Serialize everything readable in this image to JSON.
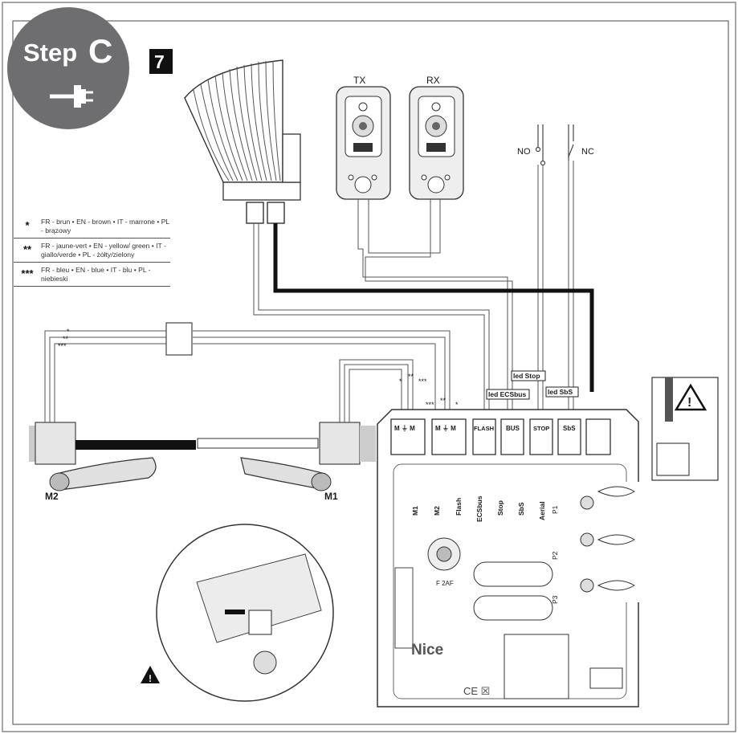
{
  "header": {
    "step_word": "Step",
    "step_letter": "C",
    "figure_number": "7"
  },
  "devices": {
    "tx": "TX",
    "rx": "RX",
    "no": "NO",
    "nc": "NC",
    "motor_left": "M2",
    "motor_right": "M1"
  },
  "legend": [
    {
      "mark": "*",
      "text": "FR - brun • EN - brown • IT - marrone • PL - brązowy"
    },
    {
      "mark": "**",
      "text": "FR - jaune-vert • EN - yellow/ green • IT - giallo/verde • PL - żółty/zielony"
    },
    {
      "mark": "***",
      "text": "FR - bleu • EN - blue • IT - blu • PL - niebieski"
    }
  ],
  "wire_marks": {
    "one": "*",
    "two": "**",
    "three": "***"
  },
  "terminals": {
    "m1": "M ⏚ M",
    "m2": "M ⏚ M",
    "flash": "FLASH",
    "bus": "BUS",
    "stop": "STOP",
    "sbs": "SbS"
  },
  "leds": {
    "ecsbus": "led ECSbus",
    "stop": "led Stop",
    "sbs": "led SbS"
  },
  "board_labels": [
    "M1",
    "M2",
    "Flash",
    "ECSbus",
    "Stop",
    "SbS",
    "Aerial"
  ],
  "buttons": {
    "p1": "P1",
    "p2": "P2",
    "p3": "P3"
  },
  "fuse": "F 2AF",
  "brand": "Nice",
  "marks": "CE ☒"
}
